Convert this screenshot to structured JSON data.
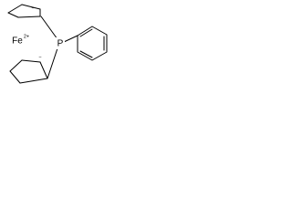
{
  "structure": {
    "atoms": {
      "iron": "Fe",
      "phosphorus": "P"
    },
    "charges": {
      "iron": "2+",
      "cp_top": "−",
      "cp_bottom": "−"
    }
  },
  "colors": {
    "ink": "#000000",
    "background": "#ffffff"
  }
}
